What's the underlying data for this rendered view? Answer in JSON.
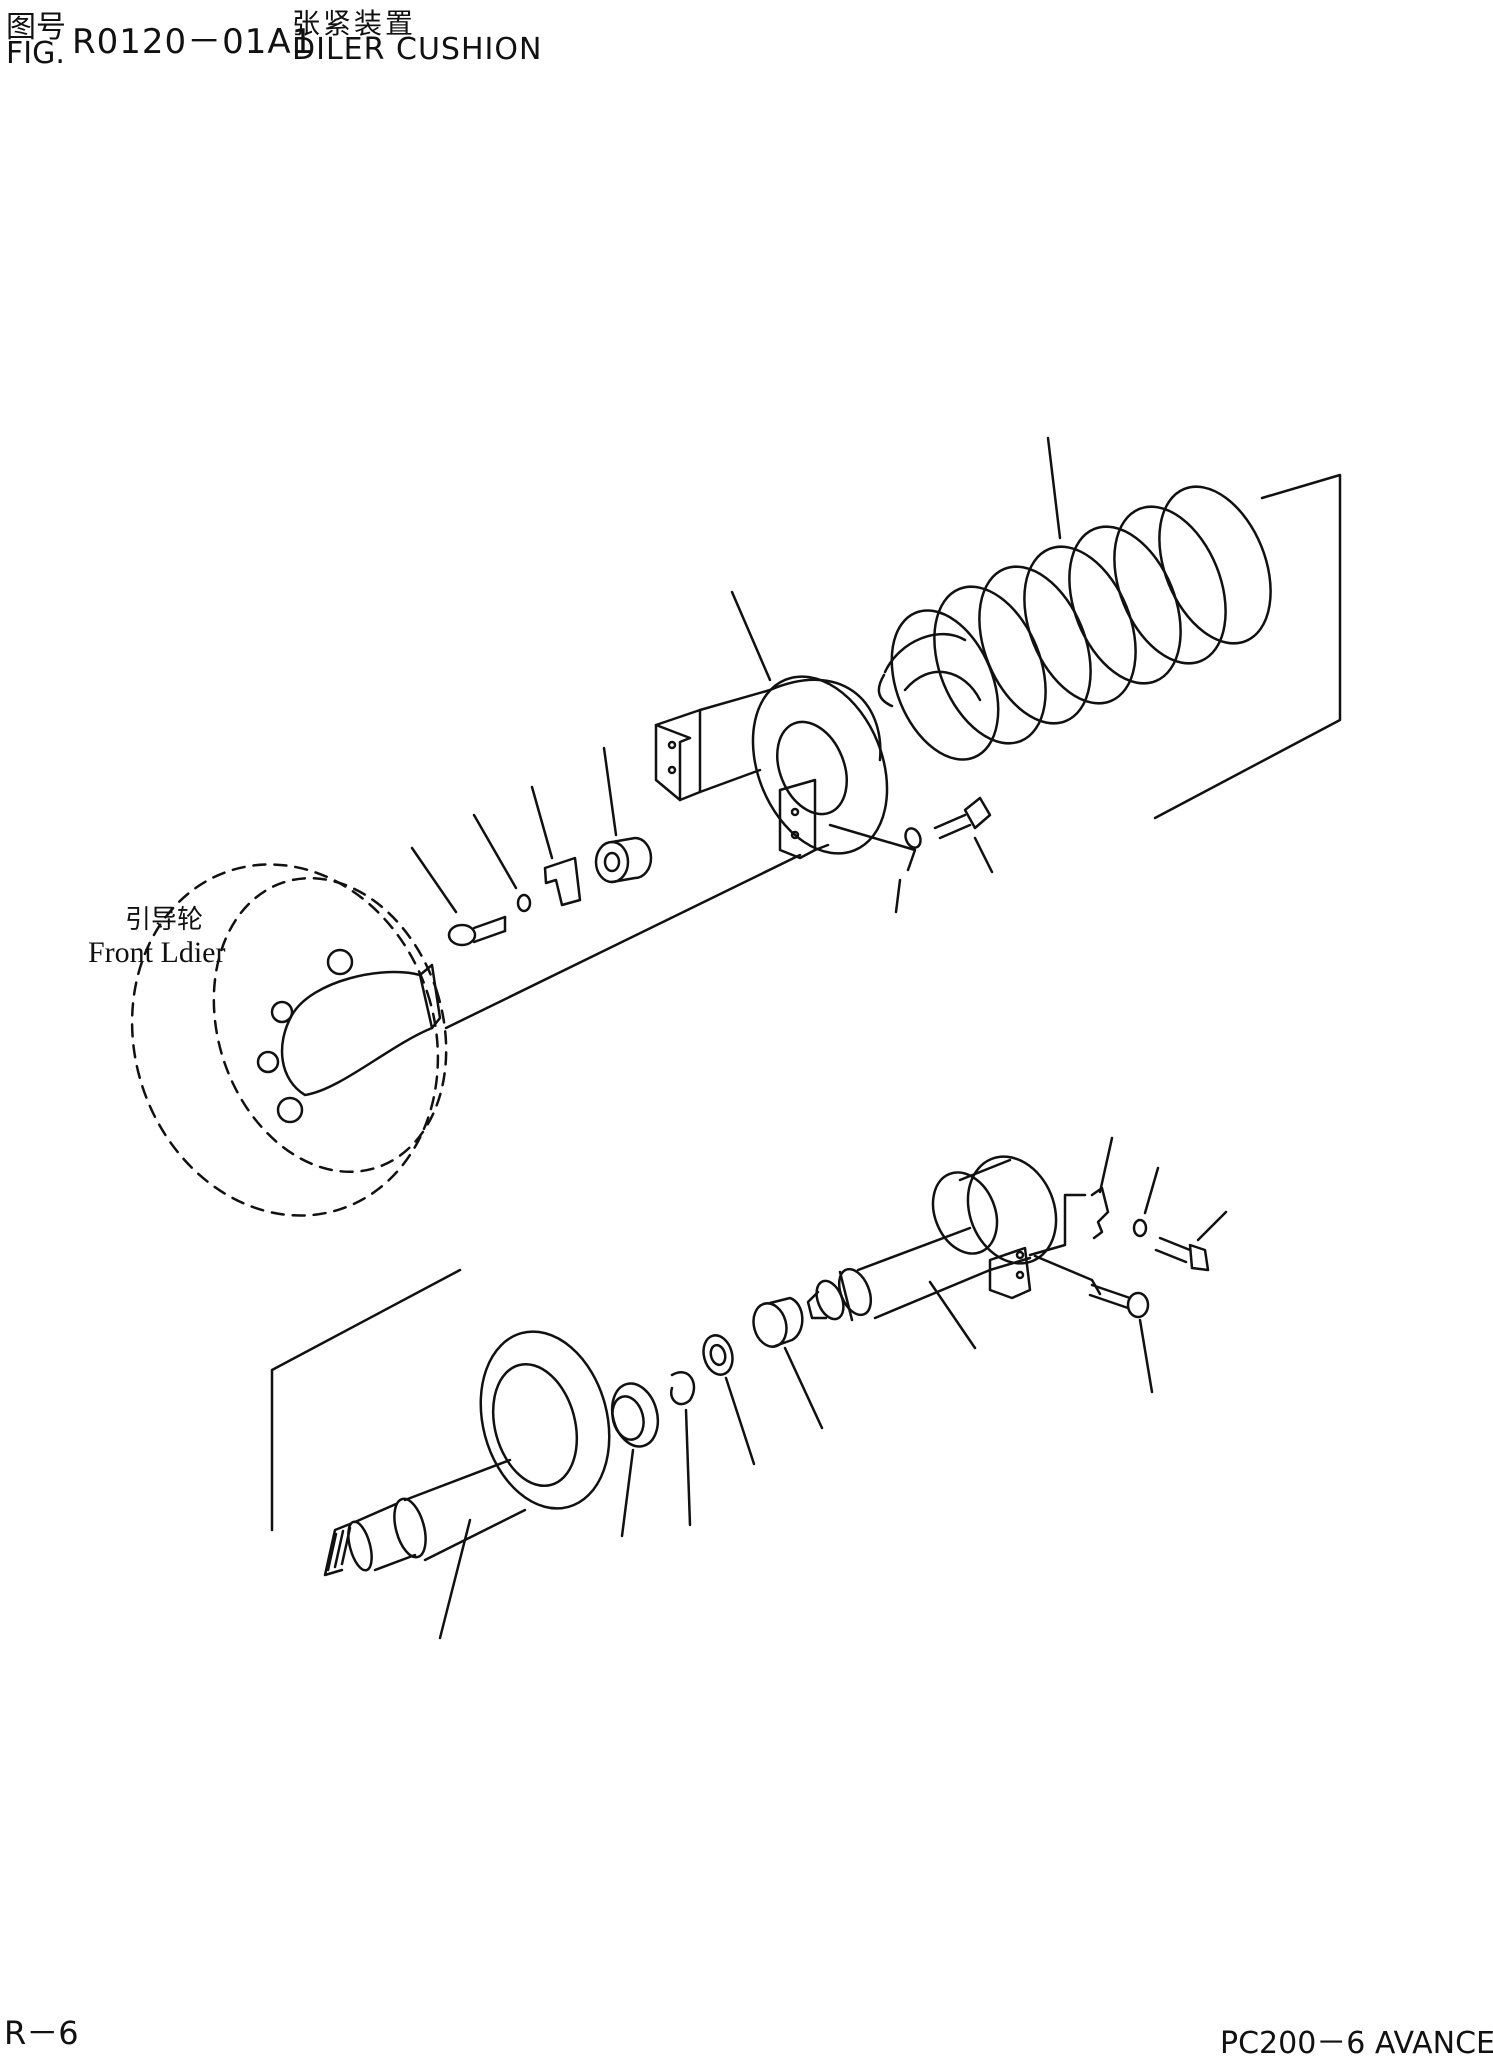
{
  "header": {
    "fig_label_cn": "图号",
    "fig_label_en": "FIG.",
    "fig_number": "R0120－01A1",
    "title_cn": "张紧装置",
    "title_en": "DILER CUSHION"
  },
  "callouts": {
    "front_idler_cn": "引导轮",
    "front_idler_en": "Front Ldier"
  },
  "footer": {
    "page_number": "R－6",
    "model": "PC200－6 AVANCE"
  },
  "colors": {
    "line": "#111111",
    "background": "#ffffff"
  }
}
